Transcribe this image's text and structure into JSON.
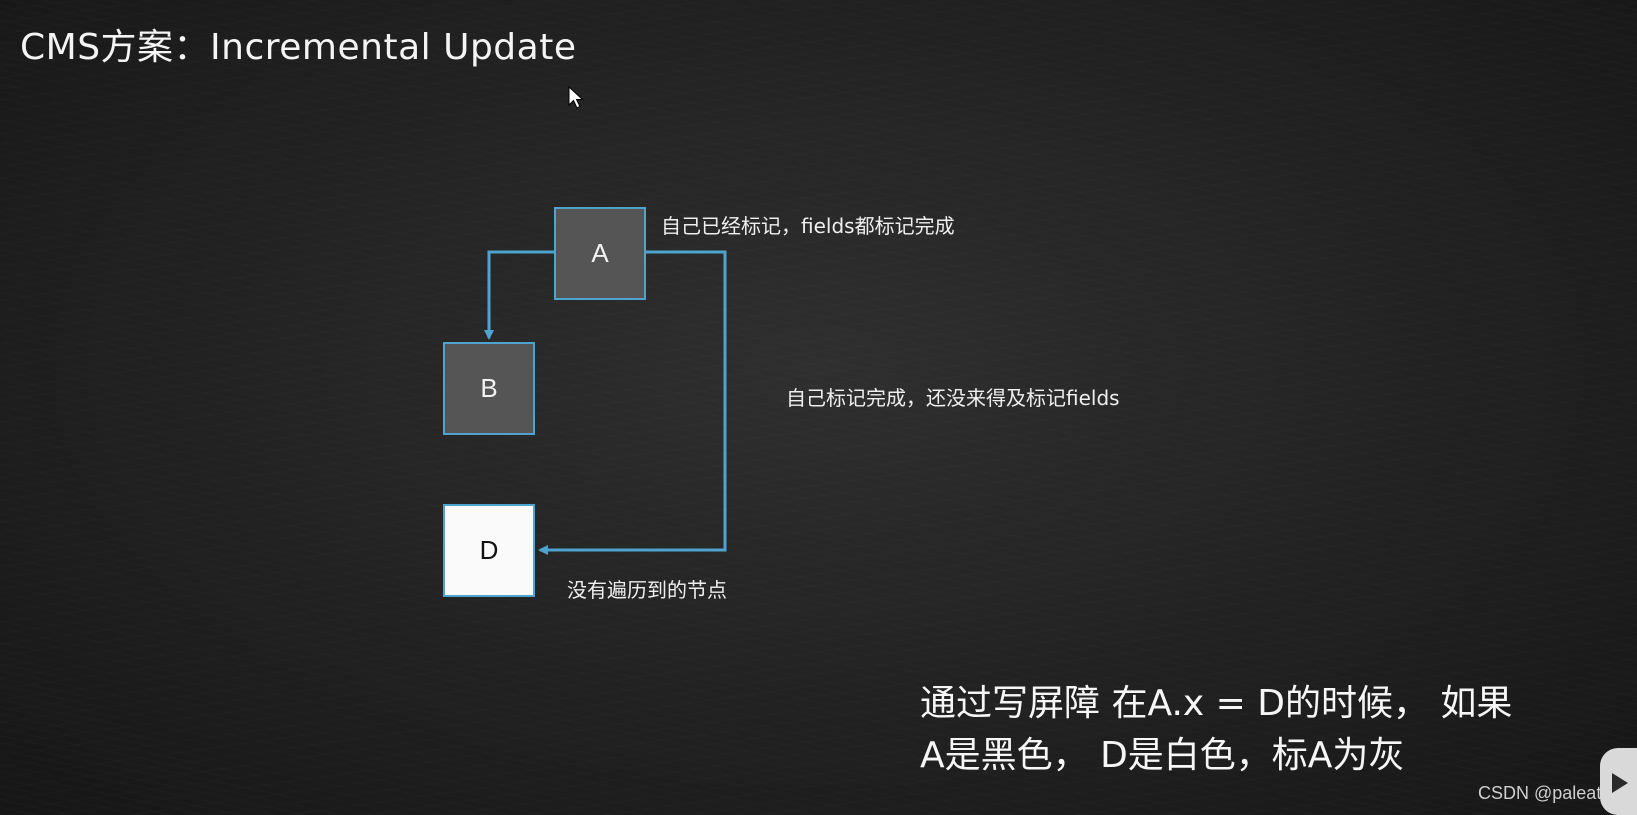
{
  "title": "CMS方案：Incremental Update",
  "nodes": {
    "a": {
      "label": "A",
      "fill": "gray"
    },
    "b": {
      "label": "B",
      "fill": "gray"
    },
    "d": {
      "label": "D",
      "fill": "white"
    }
  },
  "annotations": {
    "a": "自己已经标记，fields都标记完成",
    "mid": "自己标记完成，还没来得及标记fields",
    "d": "没有遍历到的节点"
  },
  "caption": {
    "line1": "通过写屏障 在A.x = D的时候， 如果",
    "line2": "A是黑色， D是白色，标A为灰"
  },
  "watermark": "CSDN @paleatta",
  "colors": {
    "background": "#222222",
    "node_gray": "#555555",
    "node_white": "#fafafa",
    "edge": "#4fa3cf"
  }
}
